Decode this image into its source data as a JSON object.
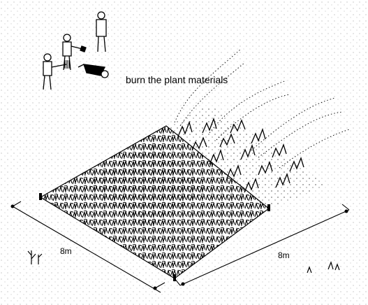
{
  "caption": "burn the plant materials",
  "dimensions": {
    "width_label": "8m",
    "length_label": "8m"
  },
  "icons": {
    "people": "person-icon",
    "shovel": "shovel-icon",
    "rake": "rake-icon",
    "wheelbarrow": "wheelbarrow-icon",
    "smoke": "smoke-icon",
    "flames": "flames-icon"
  },
  "colors": {
    "ink": "#000000",
    "paper": "#ffffff"
  }
}
